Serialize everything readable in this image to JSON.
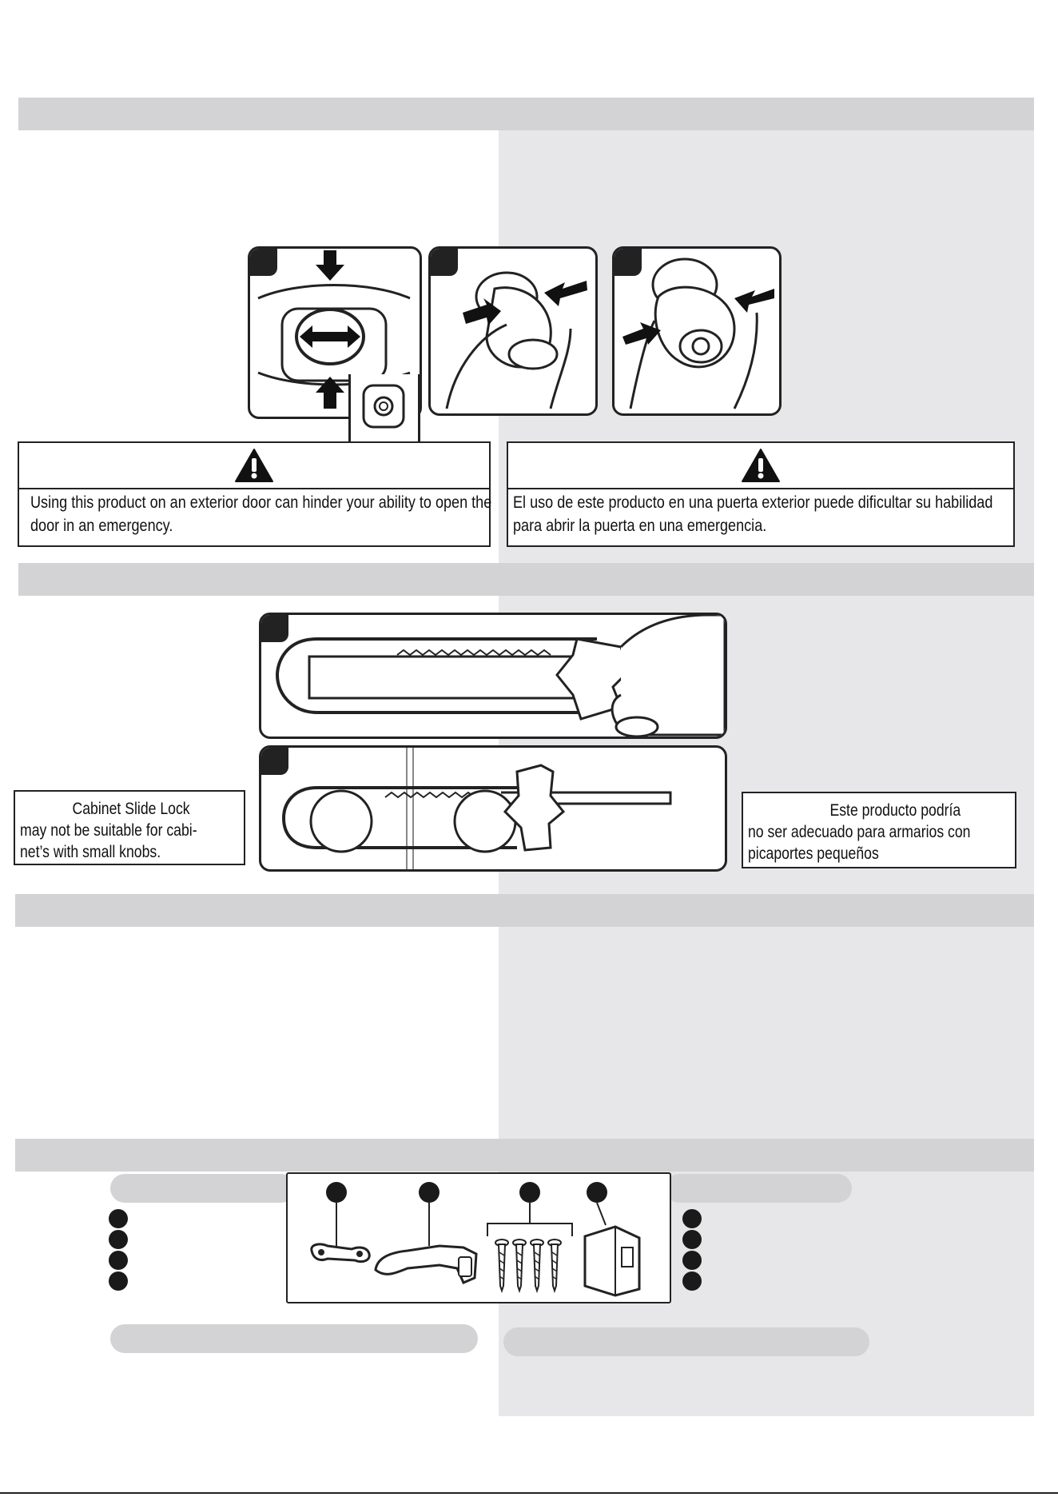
{
  "warning_en": {
    "body": "Using this product on an exterior door can hinder your ability to open the door in an emergency."
  },
  "warning_es": {
    "body": "El uso de este producto en una puerta exterior puede dificultar su habilidad para abrir la puerta en una emergencia."
  },
  "note_en": {
    "line1": "Cabinet Slide Lock",
    "line2": "may not be suitable for cabi-",
    "line3": "net’s with small knobs."
  },
  "note_es": {
    "line1": "Este producto podría",
    "line2": "no ser adecuado para armarios con",
    "line3": "picaportes pequeños"
  },
  "icons": {
    "warning": "warning-triangle-icon",
    "step_marker": "step-number-marker",
    "part_marker": "part-letter-marker"
  },
  "colors": {
    "section_bar": "#d3d3d5",
    "column_shade": "#e7e7ea",
    "ink": "#111111"
  }
}
